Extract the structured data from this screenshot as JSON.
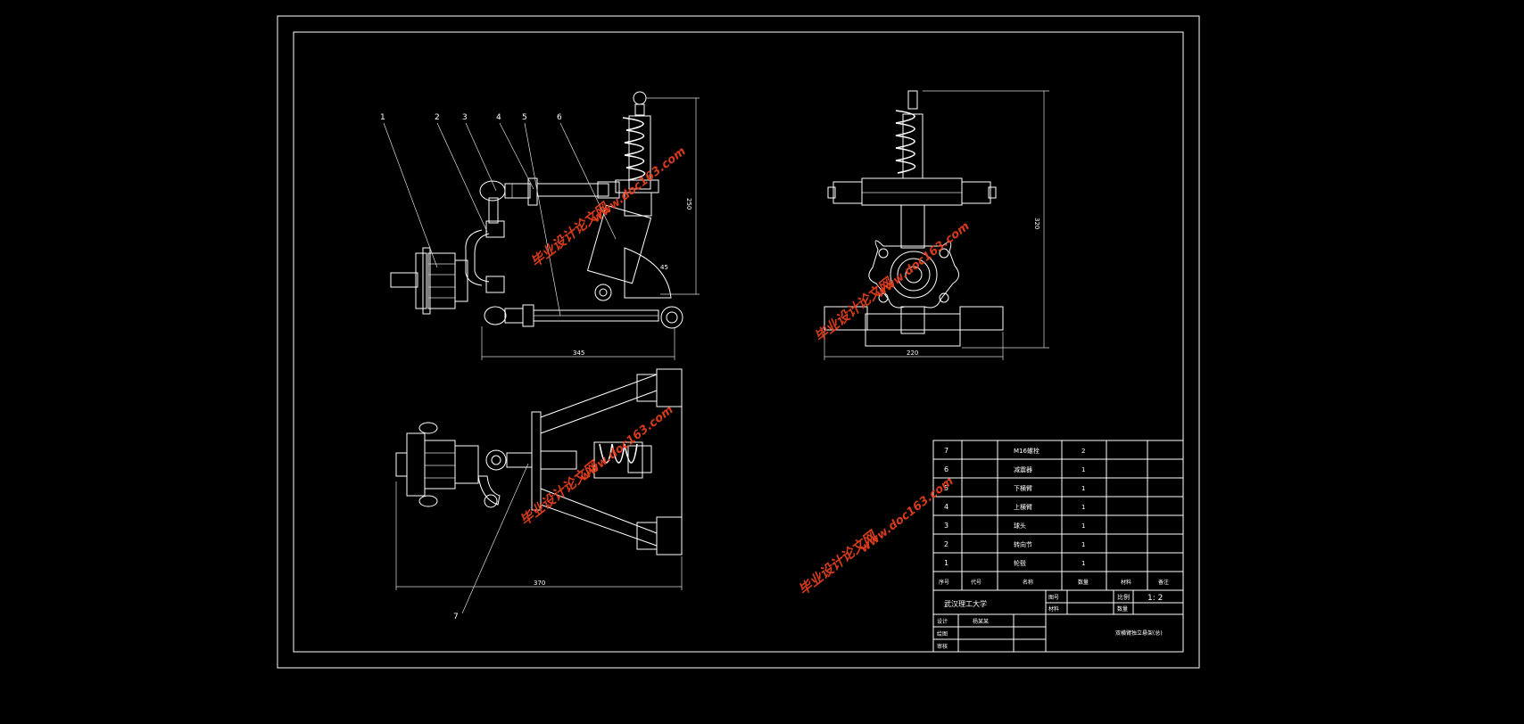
{
  "drawing": {
    "balloons": [
      "1",
      "2",
      "3",
      "4",
      "5",
      "6",
      "7"
    ],
    "dimensions": {
      "side_width": "345",
      "side_height": "250",
      "side_angle": "45",
      "front_width": "220",
      "front_height": "320",
      "top_width": "370"
    }
  },
  "parts_list": {
    "rows": [
      {
        "no": "7",
        "name": "M16螺栓",
        "qty": "2"
      },
      {
        "no": "6",
        "name": "减震器",
        "qty": "1"
      },
      {
        "no": "5",
        "name": "下横臂",
        "qty": "1"
      },
      {
        "no": "4",
        "name": "上横臂",
        "qty": "1"
      },
      {
        "no": "3",
        "name": "球头",
        "qty": "1"
      },
      {
        "no": "2",
        "name": "转向节",
        "qty": "1"
      },
      {
        "no": "1",
        "name": "轮毂",
        "qty": "1"
      }
    ],
    "header": {
      "no": "序号",
      "code": "代号",
      "name": "名称",
      "qty": "数量",
      "material": "材料",
      "note": "备注"
    }
  },
  "title_block": {
    "school": "武汉理工大学",
    "fig_no_label": "图号",
    "material_label": "材料",
    "scale_label": "比例",
    "scale_value": "1: 2",
    "qty_label": "数量",
    "design_label": "设计",
    "designer": "杨某某",
    "draw_label": "绘图",
    "review_label": "审核",
    "drawing_name": "双横臂独立悬架(总)"
  },
  "watermarks": [
    "毕业设计论文网",
    "www.doc163.com"
  ],
  "colors": {
    "background": "#000000",
    "lines": "#ffffff",
    "watermark": "#e8401e"
  }
}
